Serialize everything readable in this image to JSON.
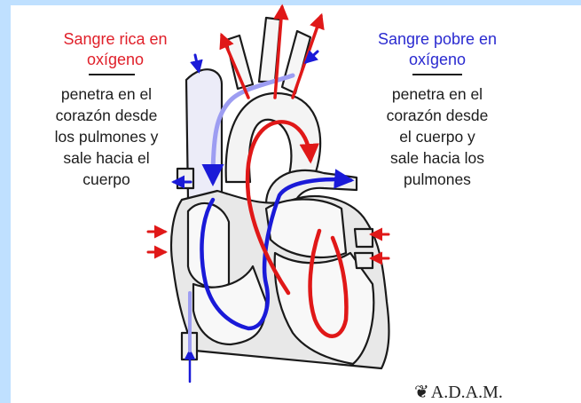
{
  "left_panel": {
    "title": "Sangre rica en oxígeno",
    "title_color": "#e0202a",
    "lines": [
      "penetra en el",
      "corazón desde",
      "los pulmones y",
      "sale hacia el",
      "cuerpo"
    ]
  },
  "right_panel": {
    "title": "Sangre pobre en oxígeno",
    "title_color": "#2a2ad0",
    "lines": [
      "penetra en el",
      "corazón desde",
      "el cuerpo y",
      "sale hacia los",
      "pulmones"
    ]
  },
  "logo": {
    "mark": "❦",
    "text": "A.D.A.M."
  },
  "colors": {
    "oxygen_rich": "#e01818",
    "oxygen_poor": "#1a1ad8",
    "venous_light": "#9d9df2",
    "tissue": "#dcdcdc",
    "outline": "#1a1a1a",
    "frame": "#bfe0ff"
  }
}
